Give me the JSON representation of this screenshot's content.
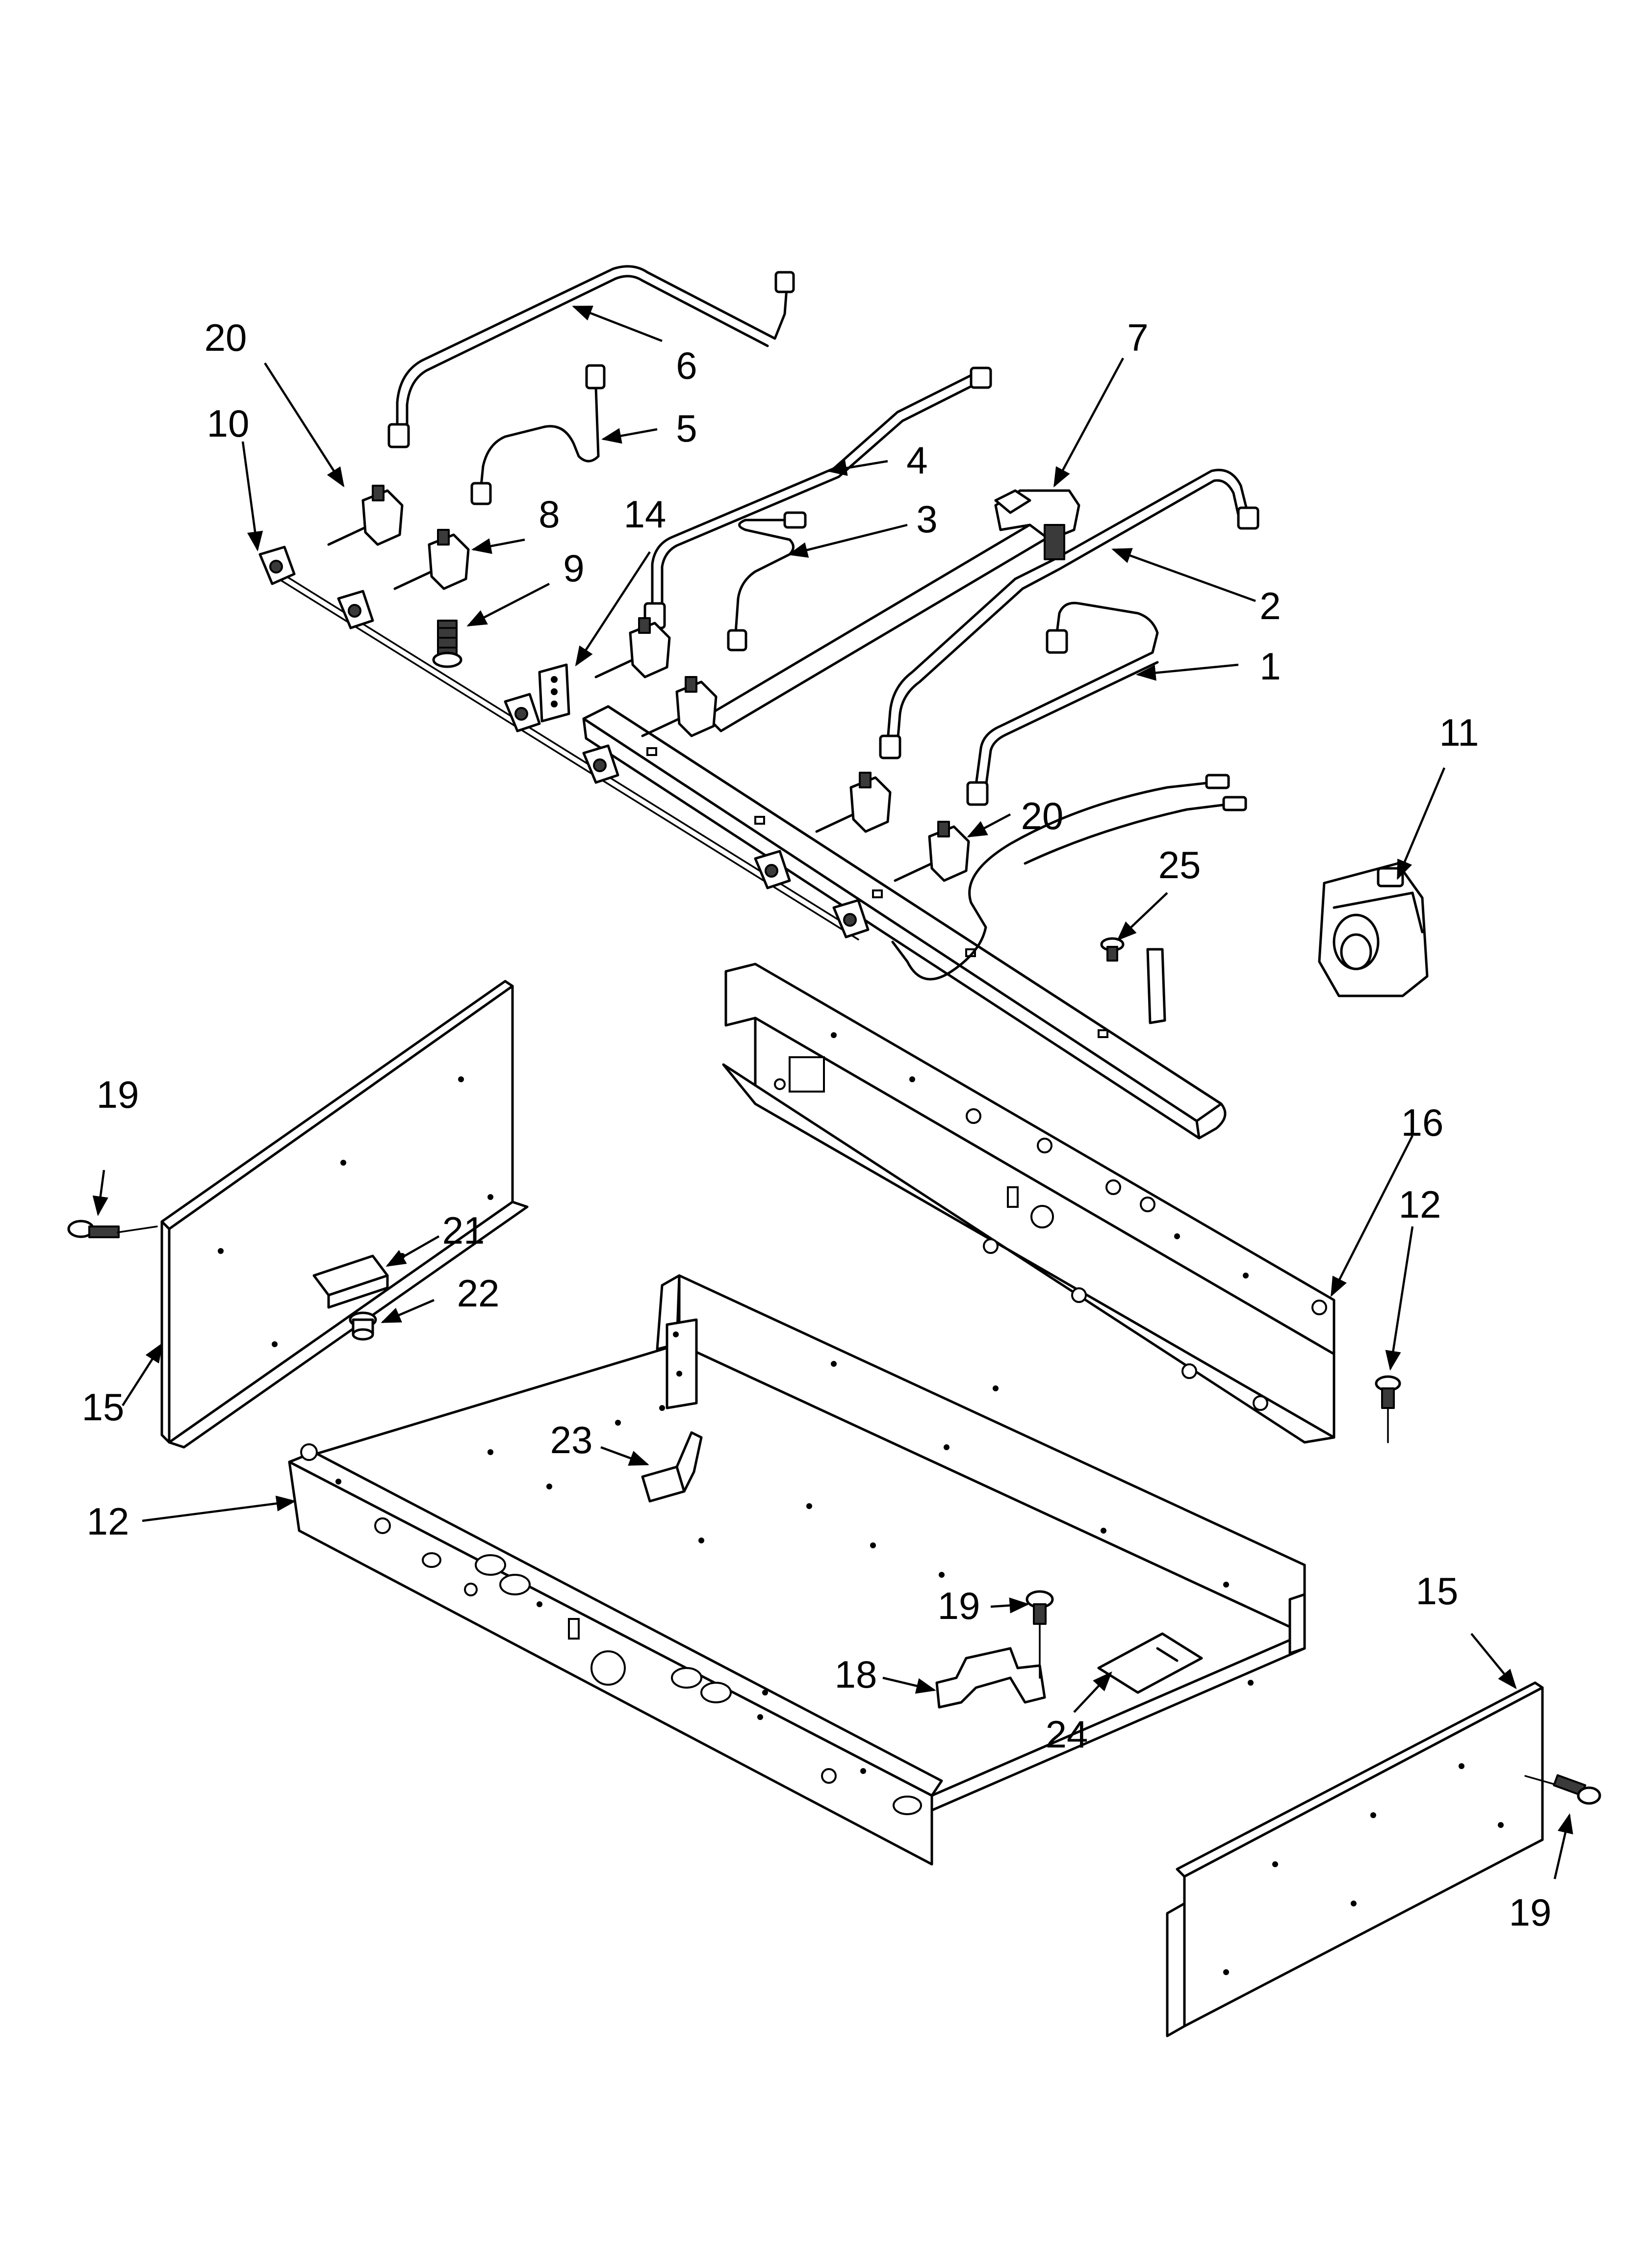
{
  "callouts": [
    {
      "id": "c-1",
      "text": "1"
    },
    {
      "id": "c-2",
      "text": "2"
    },
    {
      "id": "c-3",
      "text": "3"
    },
    {
      "id": "c-4",
      "text": "4"
    },
    {
      "id": "c-5",
      "text": "5"
    },
    {
      "id": "c-6",
      "text": "6"
    },
    {
      "id": "c-7",
      "text": "7"
    },
    {
      "id": "c-8",
      "text": "8"
    },
    {
      "id": "c-9",
      "text": "9"
    },
    {
      "id": "c-10",
      "text": "10"
    },
    {
      "id": "c-11",
      "text": "11"
    },
    {
      "id": "c-12a",
      "text": "12"
    },
    {
      "id": "c-12b",
      "text": "12"
    },
    {
      "id": "c-14",
      "text": "14"
    },
    {
      "id": "c-15a",
      "text": "15"
    },
    {
      "id": "c-15b",
      "text": "15"
    },
    {
      "id": "c-16",
      "text": "16"
    },
    {
      "id": "c-18",
      "text": "18"
    },
    {
      "id": "c-19a",
      "text": "19"
    },
    {
      "id": "c-19b",
      "text": "19"
    },
    {
      "id": "c-19c",
      "text": "19"
    },
    {
      "id": "c-20a",
      "text": "20"
    },
    {
      "id": "c-20b",
      "text": "20"
    },
    {
      "id": "c-21",
      "text": "21"
    },
    {
      "id": "c-22",
      "text": "22"
    },
    {
      "id": "c-23",
      "text": "23"
    },
    {
      "id": "c-24",
      "text": "24"
    },
    {
      "id": "c-25",
      "text": "25"
    }
  ]
}
